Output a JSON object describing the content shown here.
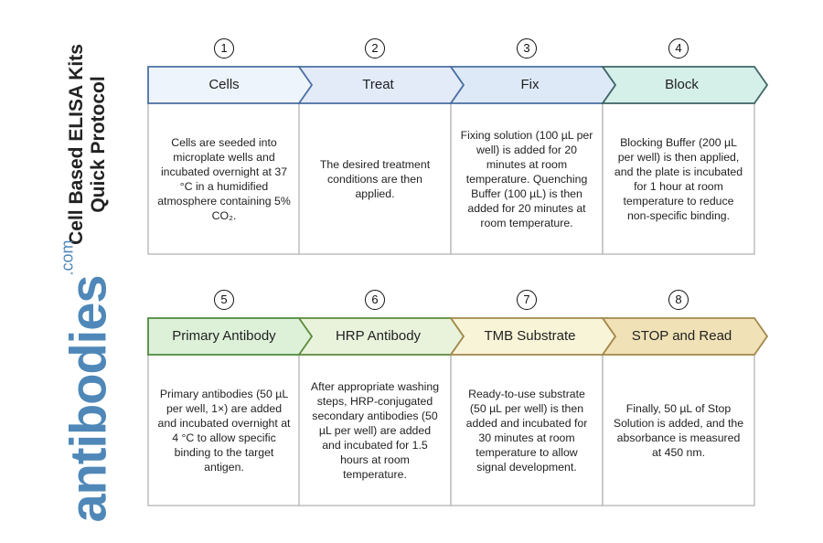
{
  "title": {
    "line1": "Cell Based ELISA Kits",
    "line2": "Quick Protocol"
  },
  "logo": {
    "text": "antibodies",
    "suffix": ".com",
    "color": "#4f88b8"
  },
  "steps": [
    {
      "number": "1",
      "label": "Cells",
      "fill": "#eef4fb",
      "stroke": "#4b70a3",
      "text": "Cells are seeded into microplate wells and incubated overnight at 37 °C in a humidified atmosphere containing 5% CO₂."
    },
    {
      "number": "2",
      "label": "Treat",
      "fill": "#e3eaf8",
      "stroke": "#4b70a3",
      "text": "The desired treatment conditions are then applied."
    },
    {
      "number": "3",
      "label": "Fix",
      "fill": "#dde9f7",
      "stroke": "#4b70a3",
      "text": "Fixing solution (100 µL per well) is added for 20 minutes at room temperature. Quenching Buffer (100 µL) is then added for 20 minutes at room temperature."
    },
    {
      "number": "4",
      "label": "Block",
      "fill": "#d5efe9",
      "stroke": "#3f6666",
      "text": "Blocking Buffer (200 µL per well) is then applied, and the plate is incubated for 1 hour at room temperature to reduce non-specific binding."
    },
    {
      "number": "5",
      "label": "Primary Antibody",
      "fill": "#ddf1d9",
      "stroke": "#4c8a3c",
      "text": "Primary antibodies (50 µL per well, 1×) are added and incubated overnight at 4 °C to allow specific binding to the target antigen."
    },
    {
      "number": "6",
      "label": "HRP Antibody",
      "fill": "#e9f3dc",
      "stroke": "#5a8a3a",
      "text": "After appropriate washing steps, HRP-conjugated secondary antibodies (50 µL per well) are added and incubated for 1.5 hours at room temperature."
    },
    {
      "number": "7",
      "label": "TMB Substrate",
      "fill": "#f8f4d8",
      "stroke": "#a3884c",
      "text": "Ready-to-use substrate (50 µL per well) is then added and incubated for 30 minutes at room temperature to allow signal development."
    },
    {
      "number": "8",
      "label": "STOP and Read",
      "fill": "#f0e1b6",
      "stroke": "#a3884c",
      "text": "Finally, 50 µL of Stop Solution is added, and the absorbance is measured at 450 nm."
    }
  ]
}
